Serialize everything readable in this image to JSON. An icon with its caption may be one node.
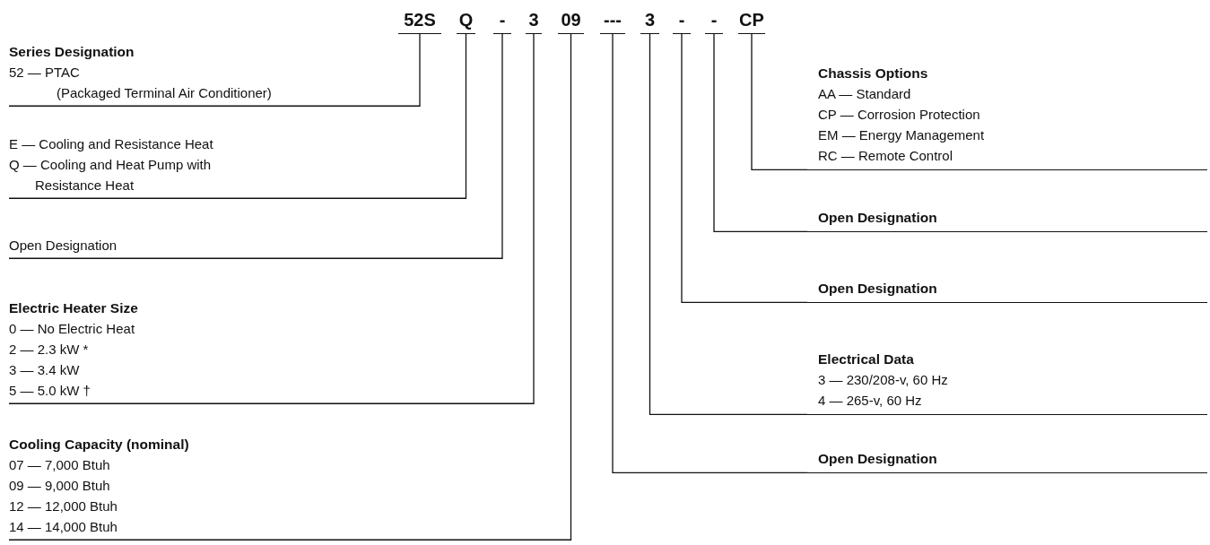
{
  "diagram": {
    "nodes": [
      {
        "text": [
          "52S"
        ]
      },
      {
        "text": [
          "Q"
        ]
      },
      {
        "text": [
          "-"
        ]
      },
      {
        "text": [
          "3"
        ]
      },
      {
        "text": [
          "09"
        ]
      },
      {
        "text": [
          "---"
        ]
      },
      {
        "text": [
          "3"
        ]
      },
      {
        "text": [
          "-"
        ]
      },
      {
        "text": [
          "-"
        ]
      },
      {
        "text": [
          "CP"
        ]
      },
      {
        "text": [
          "Series Designation",
          "52 — PTAC",
          "(Packaged Terminal Air Conditioner)"
        ]
      },
      {
        "text": [
          "E — Cooling and Resistance Heat",
          "Q — Cooling and Heat Pump with Resistance Heat"
        ]
      },
      {
        "text": [
          "Open Designation"
        ]
      },
      {
        "text": [
          "Electric Heater Size",
          "0 — No Electric Heat",
          "2 — 2.3 kW *",
          "3 — 3.4 kW",
          "5 — 5.0 kW †"
        ]
      },
      {
        "text": [
          "Cooling Capacity (nominal)",
          "07 — 7,000 Btuh",
          "09 — 9,000 Btuh",
          "12 — 12,000 Btuh",
          "14 — 14,000 Btuh"
        ]
      },
      {
        "text": [
          "Chassis Options",
          "AA — Standard",
          "CP — Corrosion Protection",
          "EM — Energy Management",
          "RC — Remote Control"
        ]
      },
      {
        "text": [
          "Open Designation"
        ]
      },
      {
        "text": [
          "Open Designation"
        ]
      },
      {
        "text": [
          "Electrical Data",
          "3 — 230/208-v, 60 Hz",
          "4 — 265-v, 60 Hz"
        ]
      },
      {
        "text": [
          "Open Designation"
        ]
      }
    ],
    "edges": [
      {
        "from": 0,
        "to": 10,
        "arrow": "none"
      },
      {
        "from": 1,
        "to": 11,
        "arrow": "none"
      },
      {
        "from": 2,
        "to": 12,
        "arrow": "none"
      },
      {
        "from": 3,
        "to": 13,
        "arrow": "none"
      },
      {
        "from": 4,
        "to": 14,
        "arrow": "none"
      },
      {
        "from": 5,
        "to": 19,
        "arrow": "none"
      },
      {
        "from": 6,
        "to": 18,
        "arrow": "none"
      },
      {
        "from": 7,
        "to": 17,
        "arrow": "none"
      },
      {
        "from": 8,
        "to": 16,
        "arrow": "none"
      },
      {
        "from": 9,
        "to": 15,
        "arrow": "none"
      }
    ]
  }
}
